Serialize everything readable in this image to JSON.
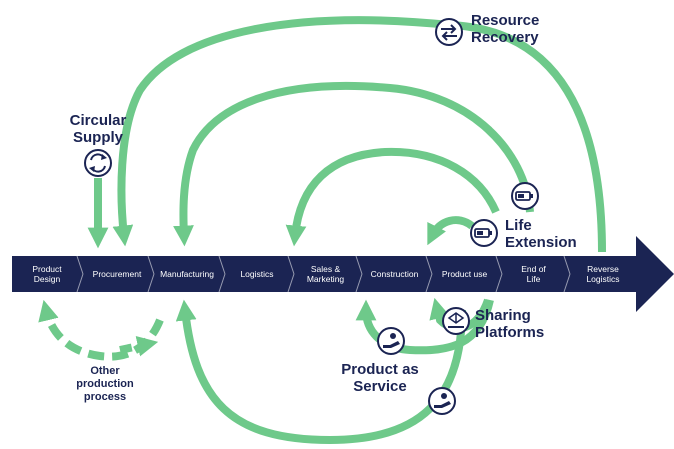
{
  "stages": [
    {
      "line1": "Product",
      "line2": "Design"
    },
    {
      "line1": "Procurement",
      "line2": ""
    },
    {
      "line1": "Manufacturing",
      "line2": ""
    },
    {
      "line1": "Logistics",
      "line2": ""
    },
    {
      "line1": "Sales &",
      "line2": "Marketing"
    },
    {
      "line1": "Construction",
      "line2": ""
    },
    {
      "line1": "Product use",
      "line2": ""
    },
    {
      "line1": "End of",
      "line2": "Life"
    },
    {
      "line1": "Reverse",
      "line2": "Logistics"
    }
  ],
  "labels": {
    "resource_recovery": {
      "line1": "Resource",
      "line2": "Recovery"
    },
    "circular_supply": {
      "line1": "Circular",
      "line2": "Supply"
    },
    "life_extension": {
      "line1": "Life",
      "line2": "Extension"
    },
    "sharing_platforms": {
      "line1": "Sharing",
      "line2": "Platforms"
    },
    "product_as_service": {
      "line1": "Product as",
      "line2": "Service"
    },
    "other_production": {
      "line1": "Other",
      "line2": "production",
      "line3": "process"
    }
  },
  "colors": {
    "navy": "#1b2453",
    "green": "#6ec98a"
  },
  "icons": {
    "resource_recovery": "exchange-arrows-icon",
    "circular_supply": "recycle-icon",
    "life_extension": "battery-icon",
    "sharing_platforms": "network-hand-icon",
    "product_as_service": "service-hand-icon"
  }
}
